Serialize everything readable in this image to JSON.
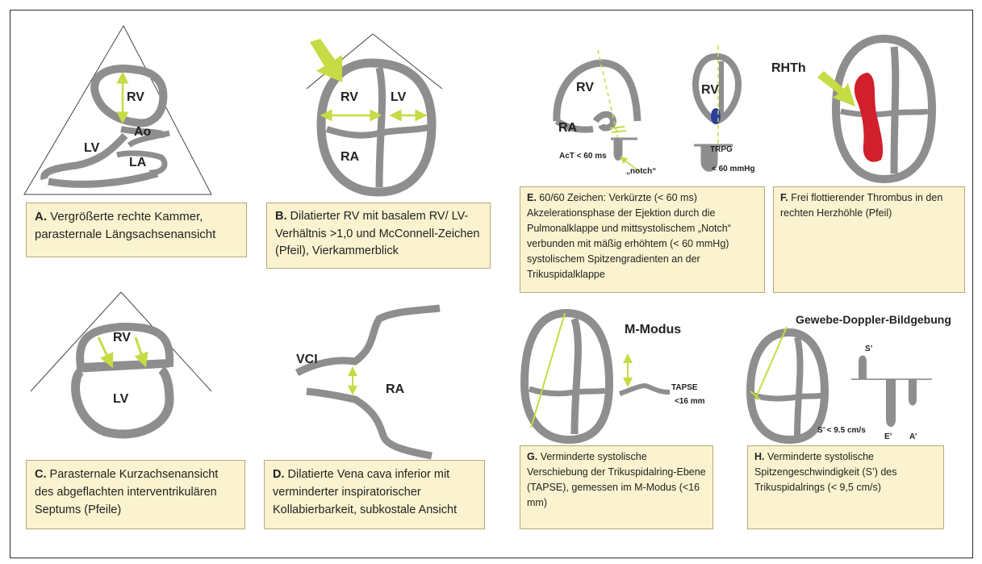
{
  "colors": {
    "tissue": "#8e8e8e",
    "arrow": "#c6db44",
    "caption_bg": "#fbf3cf",
    "thrombus": "#d0202b",
    "jet": "#2b3f9c"
  },
  "panels": {
    "A": {
      "labels": {
        "rv": "RV",
        "ao": "Ao",
        "lv": "LV",
        "la": "LA"
      },
      "caption_letter": "A.",
      "caption_text": "Vergrößerte rechte Kammer, parasternale Längsachsenansicht"
    },
    "B": {
      "labels": {
        "rv": "RV",
        "lv": "LV",
        "ra": "RA"
      },
      "caption_letter": "B.",
      "caption_text": "Dilatierter RV mit basalem RV/ LV-Verhältnis >1,0 und McConnell-Zeichen (Pfeil), Vierkammerblick"
    },
    "C": {
      "labels": {
        "rv": "RV",
        "lv": "LV"
      },
      "caption_letter": "C.",
      "caption_text": "Parasternale Kurzachsenansicht des abgeflachten interventrikulären Septums (Pfeile)"
    },
    "D": {
      "labels": {
        "vci": "VCI",
        "ra": "RA"
      },
      "caption_letter": "D.",
      "caption_text": "Dilatierte Vena cava inferior mit verminderter inspiratorischer Kollabierbarkeit, subkostale Ansicht"
    },
    "E": {
      "labels": {
        "rv1": "RV",
        "ra": "RA",
        "act": "AcT < 60 ms",
        "notch": "„notch“",
        "rv2": "RV",
        "trpg": "TRPG",
        "trpg_value": "< 60 mmHg"
      },
      "caption_letter": "E.",
      "caption_text": "60/60 Zeichen: Verkürzte (< 60 ms) Akzelerationsphase der Ejektion durch die Pulmonalklappe und mittsystolischem „Notch“ verbunden mit mäßig erhöhtem (< 60 mmHg) systolischem Spitzengradienten an der Trikuspidalklappe"
    },
    "F": {
      "labels": {
        "rhth": "RHTh"
      },
      "caption_letter": "F.",
      "caption_text": "Frei flottierender Thrombus in den rechten Herzhöhle (Pfeil)"
    },
    "G": {
      "labels": {
        "mmode": "M-Modus",
        "tapse": "TAPSE",
        "tapse_value": "<16 mm"
      },
      "caption_letter": "G.",
      "caption_text": "Verminderte systolische Verschiebung der Trikuspidalring-Ebene (TAPSE), gemessen im M-Modus (<16 mm)"
    },
    "H": {
      "labels": {
        "title": "Gewebe-Doppler-Bildgebung",
        "s": "S’",
        "e": "E’",
        "a": "A’",
        "s_value": "S’ < 9.5 cm/s"
      },
      "caption_letter": "H.",
      "caption_text": "Verminderte systolische Spitzengeschwindigkeit (S’) des Trikuspidalrings (< 9,5 cm/s)"
    }
  }
}
